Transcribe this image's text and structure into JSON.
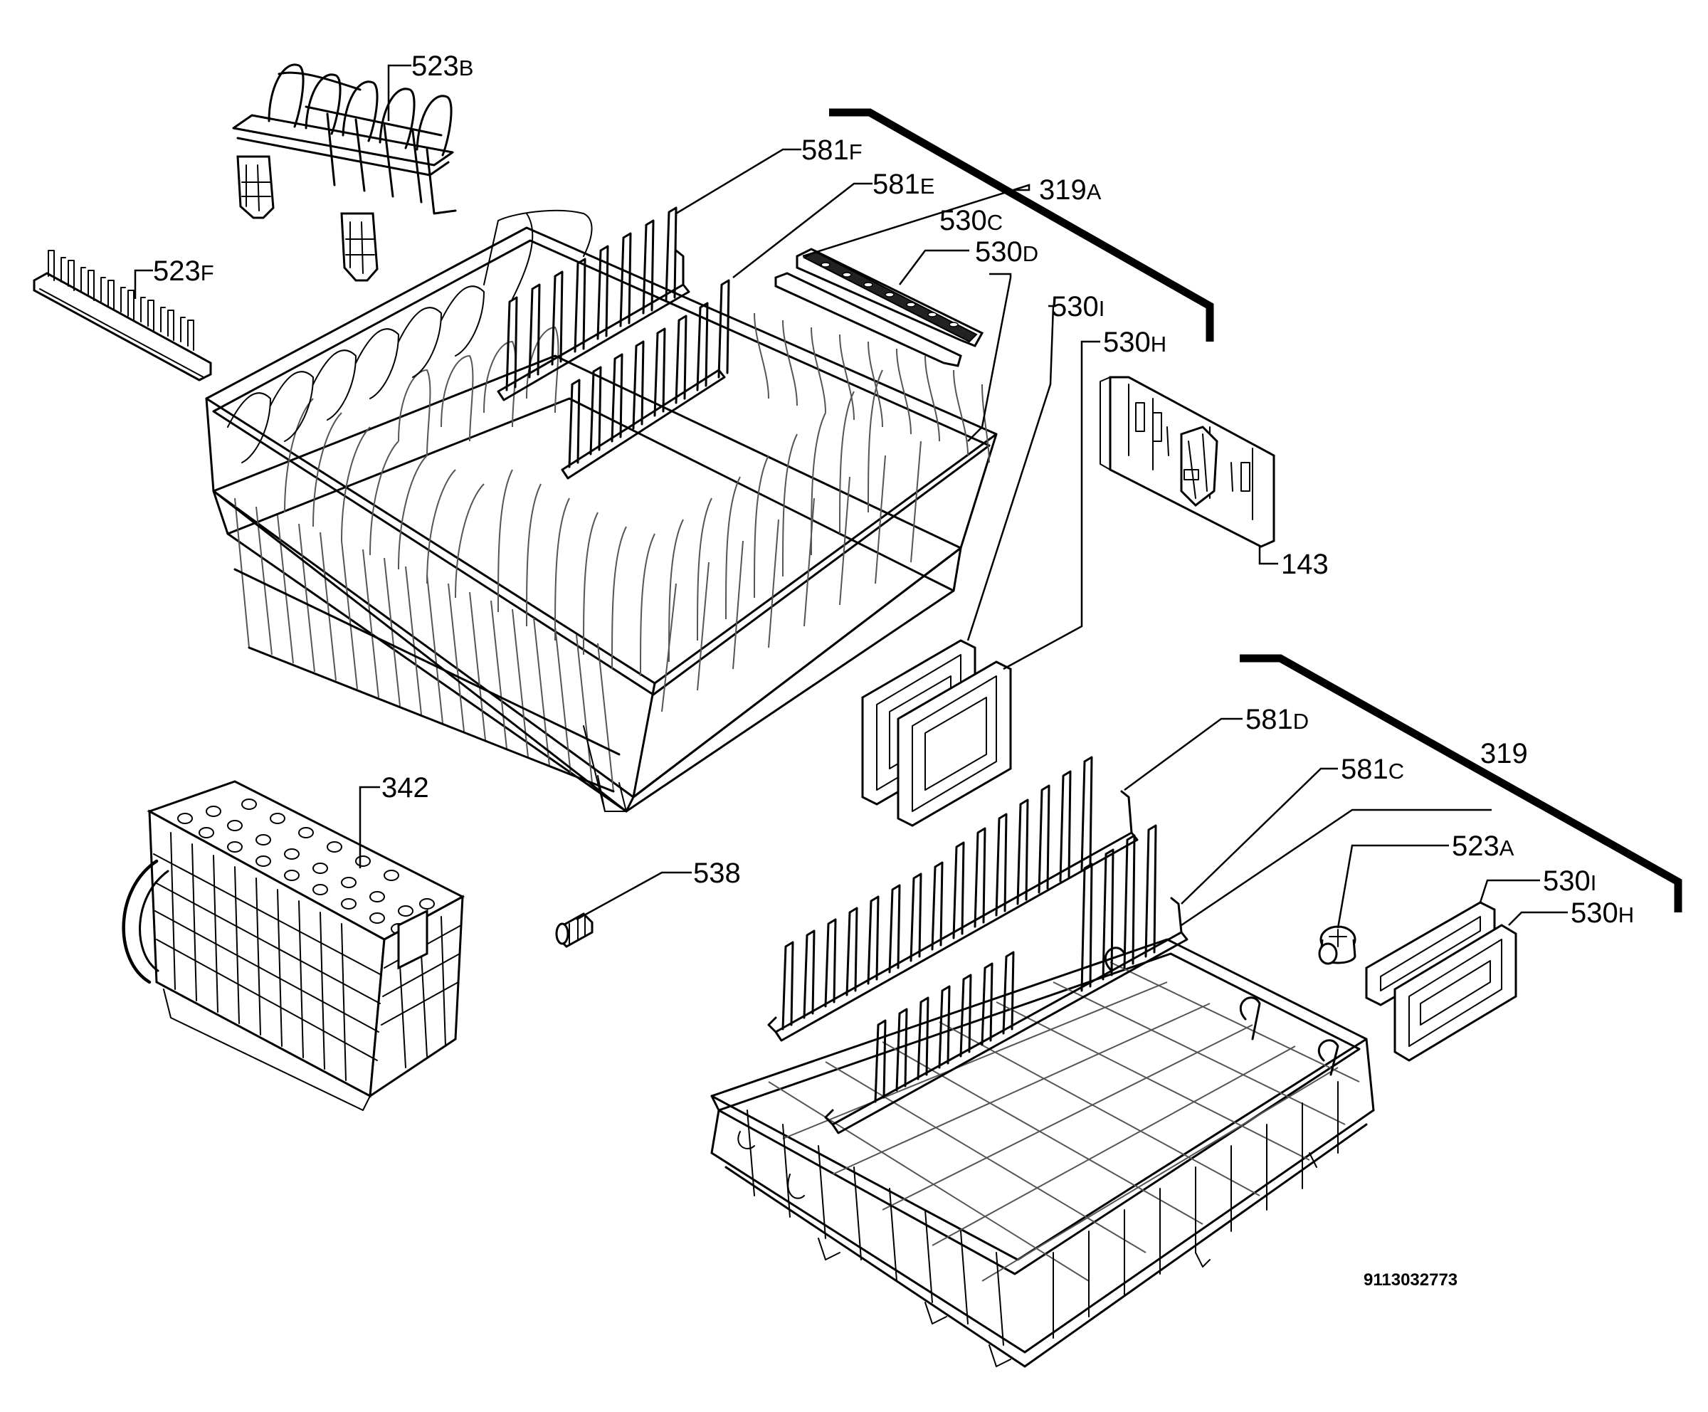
{
  "labels": {
    "p523b": {
      "num": "523",
      "suf": "B"
    },
    "p523f": {
      "num": "523",
      "suf": "F"
    },
    "p581f": {
      "num": "581",
      "suf": "F"
    },
    "p581e": {
      "num": "581",
      "suf": "E"
    },
    "p319a": {
      "num": "319",
      "suf": "A"
    },
    "p530c": {
      "num": "530",
      "suf": "C"
    },
    "p530d": {
      "num": "530",
      "suf": "D"
    },
    "p530i_upper": {
      "num": "530",
      "suf": "I"
    },
    "p530h_upper": {
      "num": "530",
      "suf": "H"
    },
    "p143": {
      "num": "143",
      "suf": ""
    },
    "p342": {
      "num": "342",
      "suf": ""
    },
    "p538": {
      "num": "538",
      "suf": ""
    },
    "p581d": {
      "num": "581",
      "suf": "D"
    },
    "p319": {
      "num": "319",
      "suf": ""
    },
    "p581c": {
      "num": "581",
      "suf": "C"
    },
    "p523a": {
      "num": "523",
      "suf": "A"
    },
    "p530i_lower": {
      "num": "530",
      "suf": "I"
    },
    "p530h_lower": {
      "num": "530",
      "suf": "H"
    }
  },
  "drawing_code": "9113032773"
}
